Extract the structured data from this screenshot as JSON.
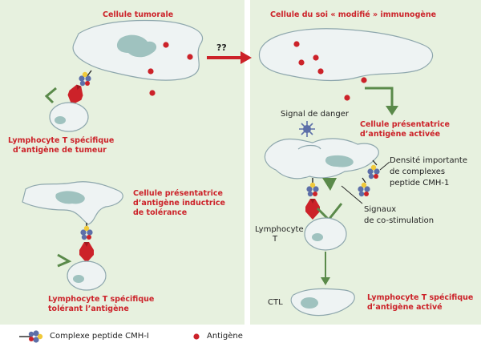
{
  "labels": {
    "tumor_cell": "Cellule tumorale",
    "modified_self_cell": "Cellule du soi « modifié » immunogène",
    "question": "??",
    "tumor_lymphocyte": [
      "Lymphocyte T spécifique",
      "d’antigène de tumeur"
    ],
    "tolerogenic_apc": [
      "Cellule présentatrice",
      "d’antigène inductrice",
      "de tolérance"
    ],
    "tolerant_lymphocyte": [
      "Lymphocyte T spécifique",
      "tolérant l’antigène"
    ],
    "danger_signal": "Signal de danger",
    "activated_apc": [
      "Cellule présentatrice",
      "d’antigène activée"
    ],
    "mhc_density": [
      "Densité importante",
      "de complexes",
      "peptide CMH-1"
    ],
    "costim_signals": [
      "Signaux",
      "de co-stimulation"
    ],
    "lymphocyte_t": [
      "Lymphocyte",
      "T"
    ],
    "ctl": "CTL",
    "activated_lymphocyte": [
      "Lymphocyte T spécifique",
      "d’antigène activé"
    ]
  },
  "legend": {
    "mhc_complex": "Complexe peptide CMH-I",
    "antigen": "Antigène"
  },
  "colors": {
    "panel_bg": "#e7f1df",
    "cell_fill": "#eef3f3",
    "cell_stroke": "#8ea7ad",
    "nucleus": "#9fc2bf",
    "red": "#cc2229",
    "arrow_green": "#5a8a4a",
    "mhc_blue": "#5d6fa8",
    "mhc_yellow": "#f0c93a"
  },
  "icons": [
    "mhc-complex-icon",
    "antigen-dot-icon",
    "danger-signal-star-icon",
    "tcr-receptor-icon",
    "costim-arrow-icon"
  ]
}
